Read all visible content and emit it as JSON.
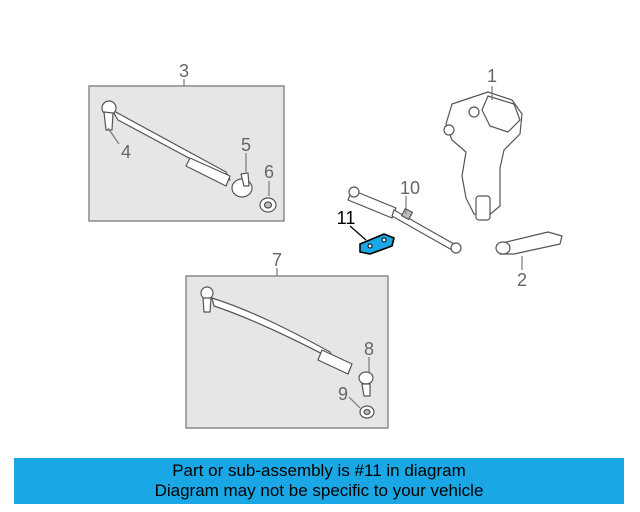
{
  "callouts": {
    "c1": "1",
    "c2": "2",
    "c3": "3",
    "c4": "4",
    "c5": "5",
    "c6": "6",
    "c7": "7",
    "c8": "8",
    "c9": "9",
    "c10": "10",
    "c11": "11"
  },
  "highlighted_part": "11",
  "highlight_color": "#1aa7e6",
  "banner": {
    "line1": "Part or sub-assembly is #11 in diagram",
    "line2": "Diagram may not be specific to your vehicle",
    "background": "#1aa7e6"
  }
}
